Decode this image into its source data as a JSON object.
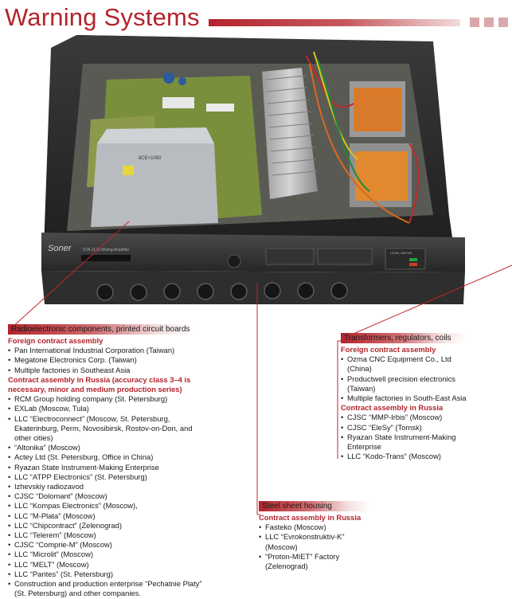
{
  "title": "Warning Systems",
  "photo_labels": {
    "brand": "Soner",
    "model": "STA-1120 Mixing Amplifier",
    "sticker": "8CE+1050",
    "level_meter": "LEVEL METER"
  },
  "colors": {
    "accent": "#b3242c"
  },
  "sections": {
    "radio": {
      "header": "Radioelectronic components, printed circuit boards",
      "groups": [
        {
          "title": "Foreign contract assembly",
          "items": [
            "Pan International Industrial Corporation (Taiwan)",
            "Megatone Electronics Corp. (Taiwan)",
            "Multiple factories in Southeast Asia"
          ]
        },
        {
          "title": "Contract assembly in Russia (accuracy class 3–4 is necessary, minor and medium production series)",
          "items": [
            "RCM Group holding company (St. Petersburg)",
            "EXLab (Moscow, Tula)",
            "LLC “Electroconnect” (Moscow, St. Petersburg, Ekaterinburg, Perm, Novosibirsk, Rostov-on-Don, and other cities)",
            "“Altonika” (Moscow)",
            "Actey Ltd (St. Petersburg, Office in China)",
            "Ryazan State Instrument-Making Enterprise",
            "LLC “ATPP Electronics” (St. Petersburg)",
            "Izhevskiy radiozavod",
            "CJSC “Dolomant” (Moscow)",
            "LLC “Kompas Electronics” (Moscow),",
            "LLC “M-Plata” (Moscow)",
            "LLC “Chipcontract” (Zelenograd)",
            "LLC “Telerem” (Moscow)",
            "CJSC “Comprie-M” (Moscow)",
            "LLC “Microlit” (Moscow)",
            "LLC “MELT” (Moscow)",
            "LLC “Pantes” (St. Petersburg)",
            "Construction and production enterprise “Pechatnie Platy” (St. Petersburg) and other companies."
          ]
        }
      ]
    },
    "transformers": {
      "header": "Transformers, regulators, coils",
      "groups": [
        {
          "title": "Foreign contract assembly",
          "items": [
            "Ozma CNC Equipment Co., Ltd (China)",
            "Productwell precision electronics (Taiwan)",
            "Multiple factories in South-East Asia"
          ]
        },
        {
          "title": "Contract assembly in Russia",
          "items": [
            "CJSC “MMP-Irbis” (Moscow)",
            "CJSC “EleSy” (Tomsk)",
            "Ryazan State Instrument-Making Enterprise",
            "LLC “Kodo-Trans” (Moscow)"
          ]
        }
      ]
    },
    "steel": {
      "header": "Steel sheet housing",
      "groups": [
        {
          "title": "Contract assembly in Russia",
          "items": [
            "Fasteko (Moscow)",
            "LLC “Evrokonstruktiv-K” (Moscow)",
            "“Proton-MIET” Factory (Zelenograd)"
          ]
        }
      ]
    }
  }
}
